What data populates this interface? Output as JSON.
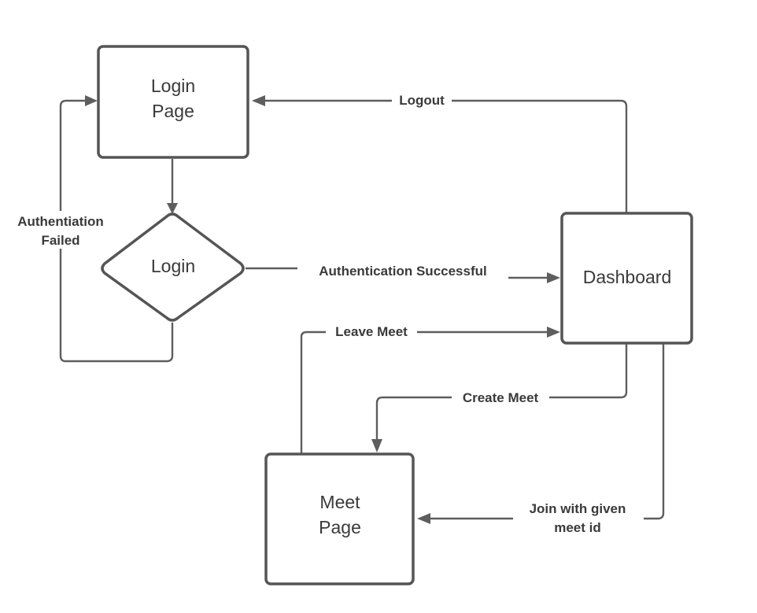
{
  "nodes": {
    "login_page": [
      "Login",
      "Page"
    ],
    "login_decision": "Login",
    "dashboard": "Dashboard",
    "meet_page": [
      "Meet",
      "Page"
    ]
  },
  "edges": {
    "logout": "Logout",
    "auth_failed": [
      "Authentiation",
      "Failed"
    ],
    "auth_success": "Authentication Successful",
    "leave_meet": "Leave Meet",
    "create_meet": "Create Meet",
    "join_meet": [
      "Join with given",
      "meet id"
    ]
  }
}
